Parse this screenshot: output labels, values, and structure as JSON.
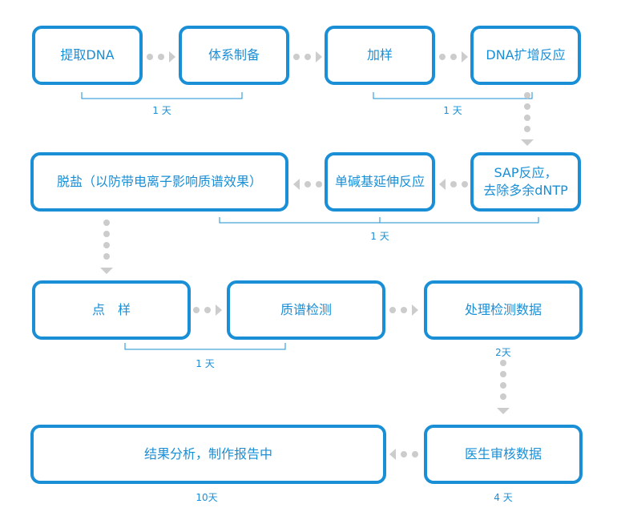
{
  "steps": {
    "s1": "提取DNA",
    "s2": "体系制备",
    "s3": "加样",
    "s4": "DNA扩增反应",
    "s5a": "SAP反应，",
    "s5b": "去除多余dNTP",
    "s6": "单碱基延伸反应",
    "s7": "脱盐（以防带电离子影响质谱效果）",
    "s8": "点　样",
    "s9": "质谱检测",
    "s10": "处理检测数据",
    "s11": "医生审核数据",
    "s12": "结果分析，制作报告中"
  },
  "durations": {
    "d1": "1 天",
    "d2": "1 天",
    "d3": "1 天",
    "d4": "1 天",
    "d5": "2天",
    "d6": "4 天",
    "d7": "10天"
  },
  "colors": {
    "accent": "#1a8fd6",
    "connector": "#cccccc"
  }
}
